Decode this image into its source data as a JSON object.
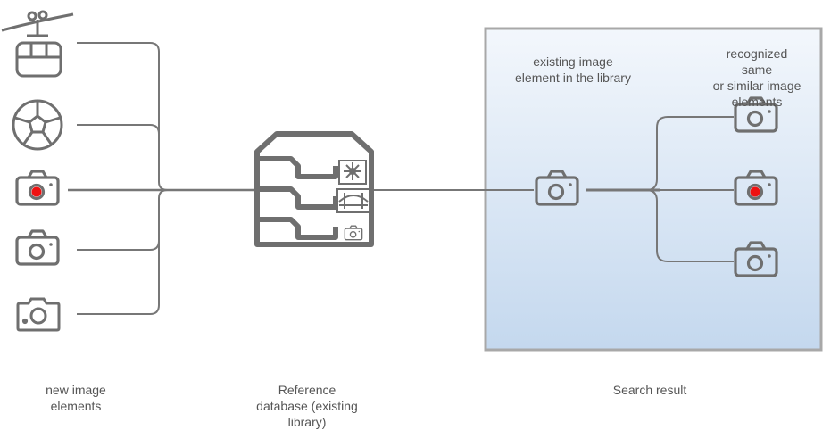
{
  "labels": {
    "new_elements": [
      "new image",
      "elements"
    ],
    "reference_db": [
      "Reference",
      "database (existing",
      "library)"
    ],
    "search_result": [
      "Search result"
    ],
    "existing_element": [
      "existing image",
      "element in the library"
    ],
    "recognized": [
      "recognized",
      "same",
      "or similar image",
      "elements"
    ]
  },
  "colors": {
    "stroke": "#6f6f6f",
    "line": "#777777",
    "accent_red": "#ee1111",
    "panel_top": "#f3f7fc",
    "panel_bottom": "#c4d8ee",
    "panel_border": "#a8a8a8"
  },
  "icons": {
    "inputs": [
      "cable-car-icon",
      "soccer-ball-icon",
      "camera-red-icon",
      "camera-icon",
      "compact-camera-icon"
    ],
    "database": "filing-cabinet-icon",
    "drawers": [
      "flower-photo-icon",
      "bridge-photo-icon",
      "camera-icon"
    ],
    "library_item": "camera-icon",
    "results": [
      "camera-icon",
      "camera-red-icon",
      "camera-icon"
    ]
  }
}
